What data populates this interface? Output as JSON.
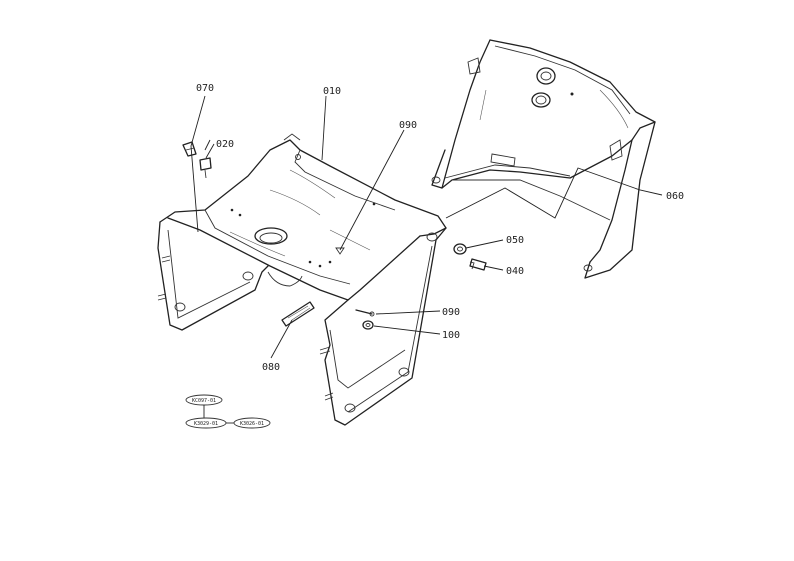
{
  "labels": {
    "p070": "070",
    "p020": "020",
    "p010": "010",
    "p090a": "090",
    "p060": "060",
    "p050": "050",
    "p040": "040",
    "p090b": "090",
    "p100": "100",
    "p080": "080"
  },
  "refs": {
    "r1": "KC097-01",
    "r2": "K3029-01",
    "r3": "K3026-01"
  }
}
